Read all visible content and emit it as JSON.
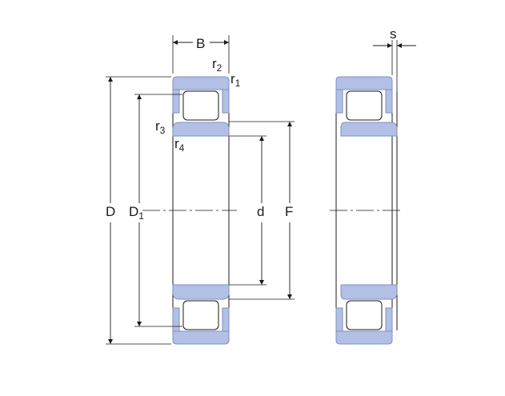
{
  "colors": {
    "ring_fill": "#b3c0e6",
    "ring_stroke": "#7f8fbf",
    "roller_fill": "#ffffff",
    "line": "#1a1a1a"
  },
  "labels": {
    "B": "B",
    "r": "r",
    "r1_sub": "1",
    "r2_sub": "2",
    "r3_sub": "3",
    "r4_sub": "4",
    "D": "D",
    "D1_main": "D",
    "D1_sub": "1",
    "d": "d",
    "F": "F",
    "s": "s"
  }
}
